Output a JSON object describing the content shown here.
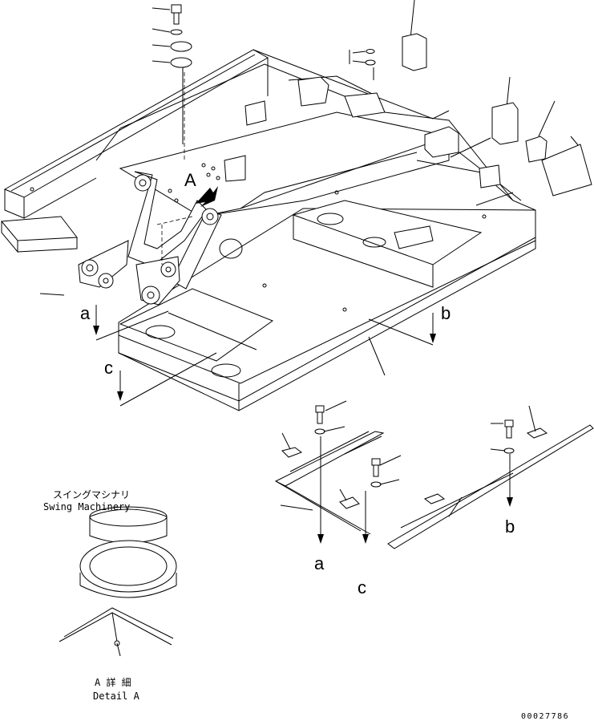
{
  "labels": {
    "view_a": "A",
    "arrow_a": "a",
    "arrow_b": "b",
    "arrow_c": "c",
    "arrow_a_lower": "a",
    "arrow_b_lower": "b",
    "arrow_c_lower": "c"
  },
  "detail": {
    "title_jp": "スイングマシナリ",
    "title_en": "Swing Machinery",
    "caption_jp": "A 詳 細",
    "caption_en": "Detail A"
  },
  "drawing_number": "00027786"
}
